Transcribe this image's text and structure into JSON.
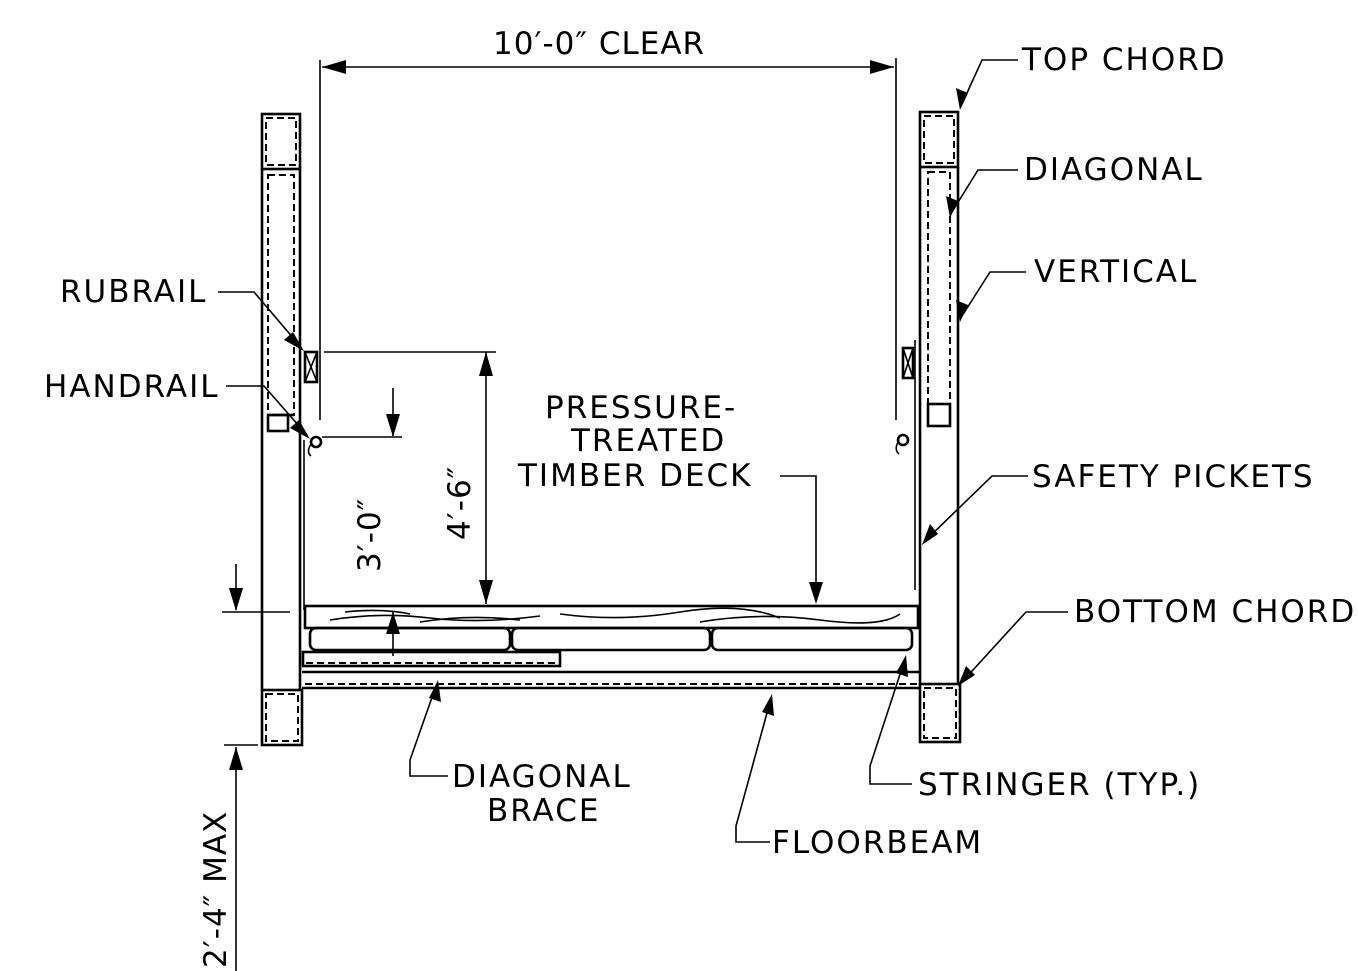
{
  "dimensions": {
    "clear_width": "10′-0″ CLEAR",
    "rail_height": "4′-6″",
    "handrail_height": "3′-0″",
    "max_depth": "2′-4″ MAX"
  },
  "labels": {
    "top_chord": "TOP CHORD",
    "diagonal": "DIAGONAL",
    "vertical": "VERTICAL",
    "rubrail": "RUBRAIL",
    "handrail": "HANDRAIL",
    "deck_line1": "PRESSURE-",
    "deck_line2": "TREATED",
    "deck_line3": "TIMBER DECK",
    "safety_pickets": "SAFETY PICKETS",
    "bottom_chord": "BOTTOM CHORD",
    "diagonal_brace_line1": "DIAGONAL",
    "diagonal_brace_line2": "BRACE",
    "stringer": "STRINGER (TYP.)",
    "floorbeam": "FLOORBEAM"
  }
}
